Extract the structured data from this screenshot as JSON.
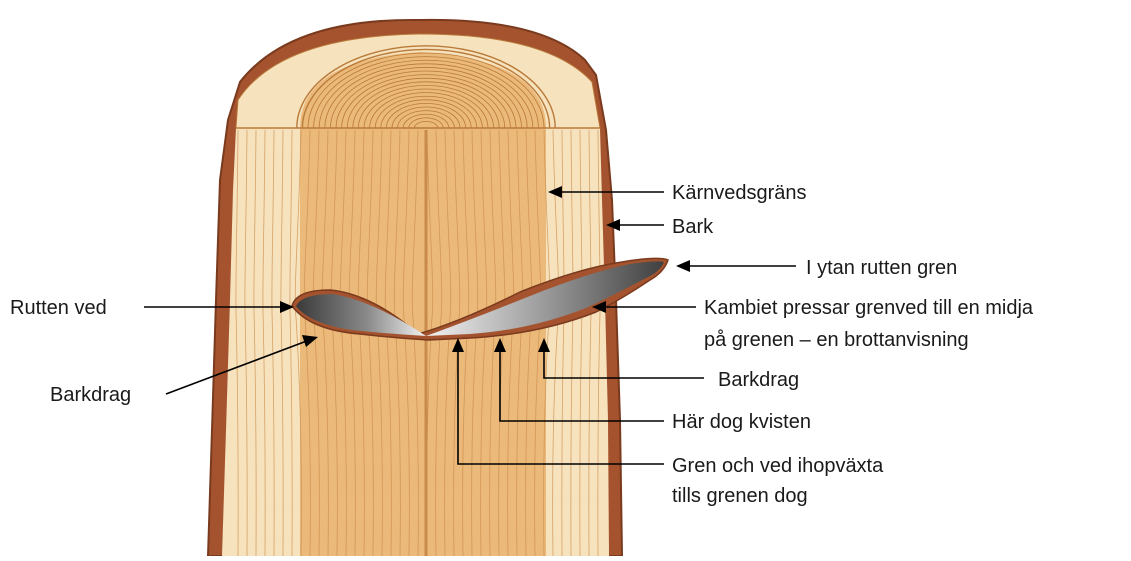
{
  "labels": {
    "heartwood_boundary": "Kärnvedsgräns",
    "bark": "Bark",
    "rotten_branch": "I ytan rutten gren",
    "rotten_wood": "Rutten ved",
    "cambium_line1": "Kambiet pressar grenved till en midja",
    "cambium_line2": "på grenen – en brottanvisning",
    "bark_inclusion_left": "Barkdrag",
    "bark_inclusion_right": "Barkdrag",
    "twig_died": "Här dog kvisten",
    "grown_together_line1": "Gren och ved ihopväxta",
    "grown_together_line2": "tills grenen dog"
  },
  "colors": {
    "bark": "#a4532e",
    "bark_dark": "#7a3a1e",
    "sapwood": "#f6e2bd",
    "heartwood": "#ebb979",
    "grain": "#c98b4a",
    "ring_line": "#b97a3a",
    "branch_dark": "#3c3c3c",
    "branch_light": "#efefef",
    "leader": "#000000"
  }
}
